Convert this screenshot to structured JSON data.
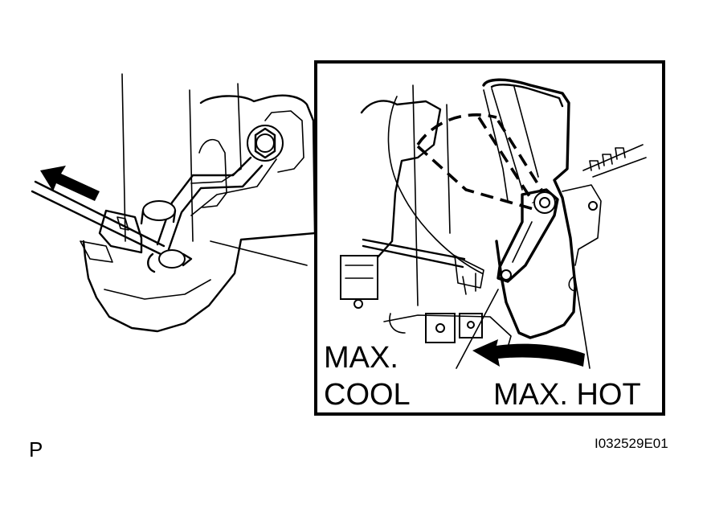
{
  "figure": {
    "detail_label_max_cool_line1": "MAX.",
    "detail_label_max_cool_line2": "COOL",
    "detail_label_max_hot": "MAX. HOT",
    "view_marker": "P",
    "figure_code": "I032529E01"
  },
  "icons": {
    "pull_arrow": "arrow-left-icon",
    "rotation_arrow": "curved-arrow-left-icon"
  },
  "colors": {
    "line": "#000000",
    "background": "#ffffff"
  }
}
